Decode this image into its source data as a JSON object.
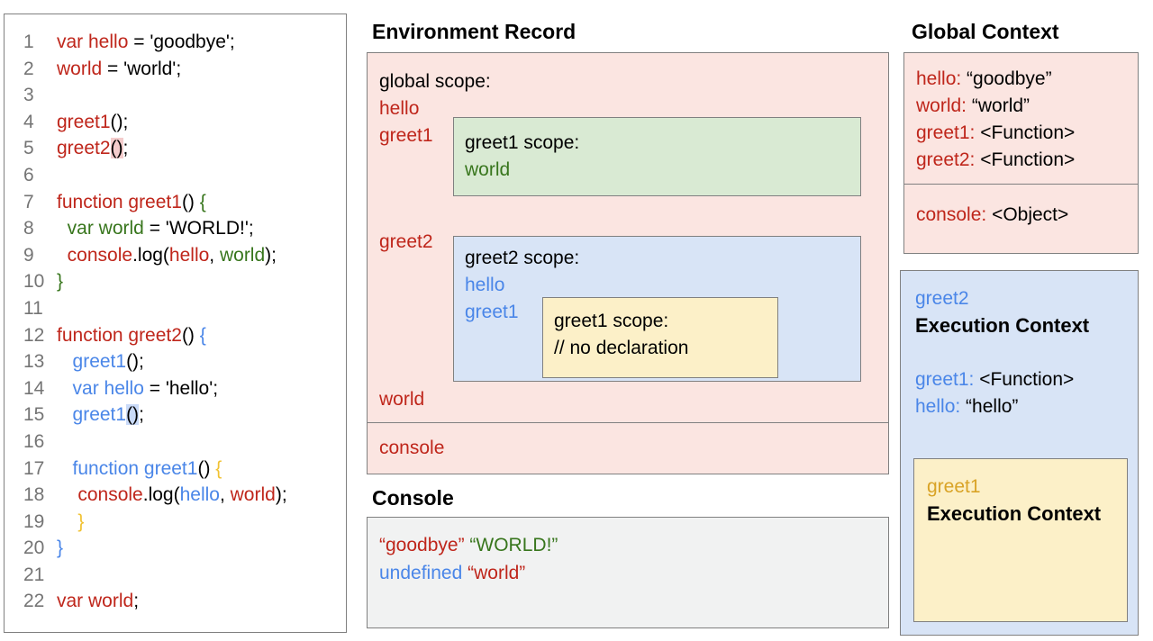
{
  "palette": {
    "red": "#bf261b",
    "green": "#38761d",
    "blue": "#4a86e8",
    "gold": "#d9a326",
    "gold_light": "#f1c232",
    "line_number": "#757575",
    "border": "#808080",
    "pink_fill": "#fbe5e1",
    "green_fill": "#d9ead3",
    "blue_fill": "#d8e4f6",
    "yellow_fill": "#fcf0c8",
    "gray_fill": "#f1f2f2",
    "hl_pink": "#f4cccc",
    "hl_blue": "#c9daf8"
  },
  "code_panel": {
    "lines": [
      {
        "num": "1",
        "segs": [
          {
            "t": "var hello",
            "c": "red"
          },
          {
            "t": " = 'goodbye';",
            "c": "k"
          }
        ]
      },
      {
        "num": "2",
        "segs": [
          {
            "t": "world",
            "c": "red"
          },
          {
            "t": " = 'world';",
            "c": "k"
          }
        ]
      },
      {
        "num": "3",
        "segs": []
      },
      {
        "num": "4",
        "segs": [
          {
            "t": "greet1",
            "c": "red"
          },
          {
            "t": "();",
            "c": "k"
          }
        ]
      },
      {
        "num": "5",
        "segs": [
          {
            "t": "greet2",
            "c": "red"
          },
          {
            "t": "()",
            "c": "k",
            "h": "pink"
          },
          {
            "t": ";",
            "c": "k"
          }
        ]
      },
      {
        "num": "6",
        "segs": []
      },
      {
        "num": "7",
        "segs": [
          {
            "t": "function greet1",
            "c": "red"
          },
          {
            "t": "() ",
            "c": "k"
          },
          {
            "t": "{",
            "c": "green"
          }
        ]
      },
      {
        "num": "8",
        "segs": [
          {
            "t": "  ",
            "c": "k"
          },
          {
            "t": "var world",
            "c": "green"
          },
          {
            "t": " = 'WORLD!';",
            "c": "k"
          }
        ]
      },
      {
        "num": "9",
        "segs": [
          {
            "t": "  ",
            "c": "k"
          },
          {
            "t": "console",
            "c": "red"
          },
          {
            "t": ".log(",
            "c": "k"
          },
          {
            "t": "hello",
            "c": "red"
          },
          {
            "t": ", ",
            "c": "k"
          },
          {
            "t": "world",
            "c": "green"
          },
          {
            "t": ");",
            "c": "k"
          }
        ]
      },
      {
        "num": "10",
        "segs": [
          {
            "t": "}",
            "c": "green"
          }
        ]
      },
      {
        "num": "11",
        "segs": []
      },
      {
        "num": "12",
        "segs": [
          {
            "t": "function greet2",
            "c": "red"
          },
          {
            "t": "() ",
            "c": "k"
          },
          {
            "t": "{",
            "c": "blue"
          }
        ]
      },
      {
        "num": "13",
        "segs": [
          {
            "t": "   ",
            "c": "k"
          },
          {
            "t": "greet1",
            "c": "blue"
          },
          {
            "t": "();",
            "c": "k"
          }
        ]
      },
      {
        "num": "14",
        "segs": [
          {
            "t": "   ",
            "c": "k"
          },
          {
            "t": "var hello",
            "c": "blue"
          },
          {
            "t": " = 'hello';",
            "c": "k"
          }
        ]
      },
      {
        "num": "15",
        "segs": [
          {
            "t": "   ",
            "c": "k"
          },
          {
            "t": "greet1",
            "c": "blue"
          },
          {
            "t": "()",
            "c": "k",
            "h": "blue"
          },
          {
            "t": ";",
            "c": "k"
          }
        ]
      },
      {
        "num": "16",
        "segs": []
      },
      {
        "num": "17",
        "segs": [
          {
            "t": "   ",
            "c": "k"
          },
          {
            "t": "function greet1",
            "c": "blue"
          },
          {
            "t": "() ",
            "c": "k"
          },
          {
            "t": "{",
            "c": "gold_light"
          }
        ]
      },
      {
        "num": "18",
        "segs": [
          {
            "t": "    ",
            "c": "k"
          },
          {
            "t": "console",
            "c": "red"
          },
          {
            "t": ".log(",
            "c": "k"
          },
          {
            "t": "hello",
            "c": "blue"
          },
          {
            "t": ", ",
            "c": "k"
          },
          {
            "t": "world",
            "c": "red"
          },
          {
            "t": ");",
            "c": "k"
          }
        ]
      },
      {
        "num": "19",
        "segs": [
          {
            "t": "    ",
            "c": "k"
          },
          {
            "t": "}",
            "c": "gold_light"
          }
        ]
      },
      {
        "num": "20",
        "segs": [
          {
            "t": "}",
            "c": "blue"
          }
        ]
      },
      {
        "num": "21",
        "segs": []
      },
      {
        "num": "22",
        "segs": [
          {
            "t": "var world",
            "c": "red"
          },
          {
            "t": ";",
            "c": "k"
          }
        ]
      }
    ]
  },
  "environment_record": {
    "title": "Environment Record",
    "global_scope_label": "global scope:",
    "var_hello": "hello",
    "var_greet1": "greet1",
    "var_greet2": "greet2",
    "var_world": "world",
    "var_console": "console",
    "greet1_scope": {
      "label": "greet1 scope:",
      "var_world": "world"
    },
    "greet2_scope": {
      "label": "greet2 scope:",
      "var_hello": "hello",
      "var_greet1": "greet1",
      "greet1_scope": {
        "label": "greet1 scope:",
        "comment": "// no declaration"
      }
    }
  },
  "console_section": {
    "title": "Console",
    "lines": [
      [
        {
          "t": "“goodbye”",
          "c": "red"
        },
        {
          "t": " ",
          "c": "k"
        },
        {
          "t": "“WORLD!”",
          "c": "green"
        }
      ],
      [
        {
          "t": "undefined",
          "c": "blue"
        },
        {
          "t": " ",
          "c": "k"
        },
        {
          "t": "“world”",
          "c": "red"
        }
      ]
    ]
  },
  "global_context": {
    "title": "Global Context",
    "lines": [
      [
        {
          "t": "hello: ",
          "c": "red"
        },
        {
          "t": "“goodbye”",
          "c": "k"
        }
      ],
      [
        {
          "t": "world: ",
          "c": "red"
        },
        {
          "t": "“world”",
          "c": "k"
        }
      ],
      [
        {
          "t": "greet1: ",
          "c": "red"
        },
        {
          "t": "<Function>",
          "c": "k"
        }
      ],
      [
        {
          "t": "greet2: ",
          "c": "red"
        },
        {
          "t": "<Function>",
          "c": "k"
        }
      ]
    ],
    "console_line": [
      {
        "t": "console: ",
        "c": "red"
      },
      {
        "t": "<Object>",
        "c": "k"
      }
    ]
  },
  "greet2_execution_context": {
    "name": "greet2",
    "title": "Execution Context",
    "lines": [
      [
        {
          "t": "greet1: ",
          "c": "blue"
        },
        {
          "t": "<Function>",
          "c": "k"
        }
      ],
      [
        {
          "t": "hello: ",
          "c": "blue"
        },
        {
          "t": "“hello”",
          "c": "k"
        }
      ]
    ],
    "greet1_execution_context": {
      "name": "greet1",
      "title": "Execution Context"
    }
  }
}
